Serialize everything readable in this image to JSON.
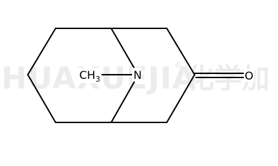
{
  "watermark": {
    "text": "HUAXUEJIA",
    "registered": "®",
    "cjk": "化学加"
  },
  "molecule": {
    "atoms": {
      "nitrogen": "N",
      "oxygen": "O",
      "methyl_main": "CH",
      "methyl_sub": "3"
    }
  }
}
